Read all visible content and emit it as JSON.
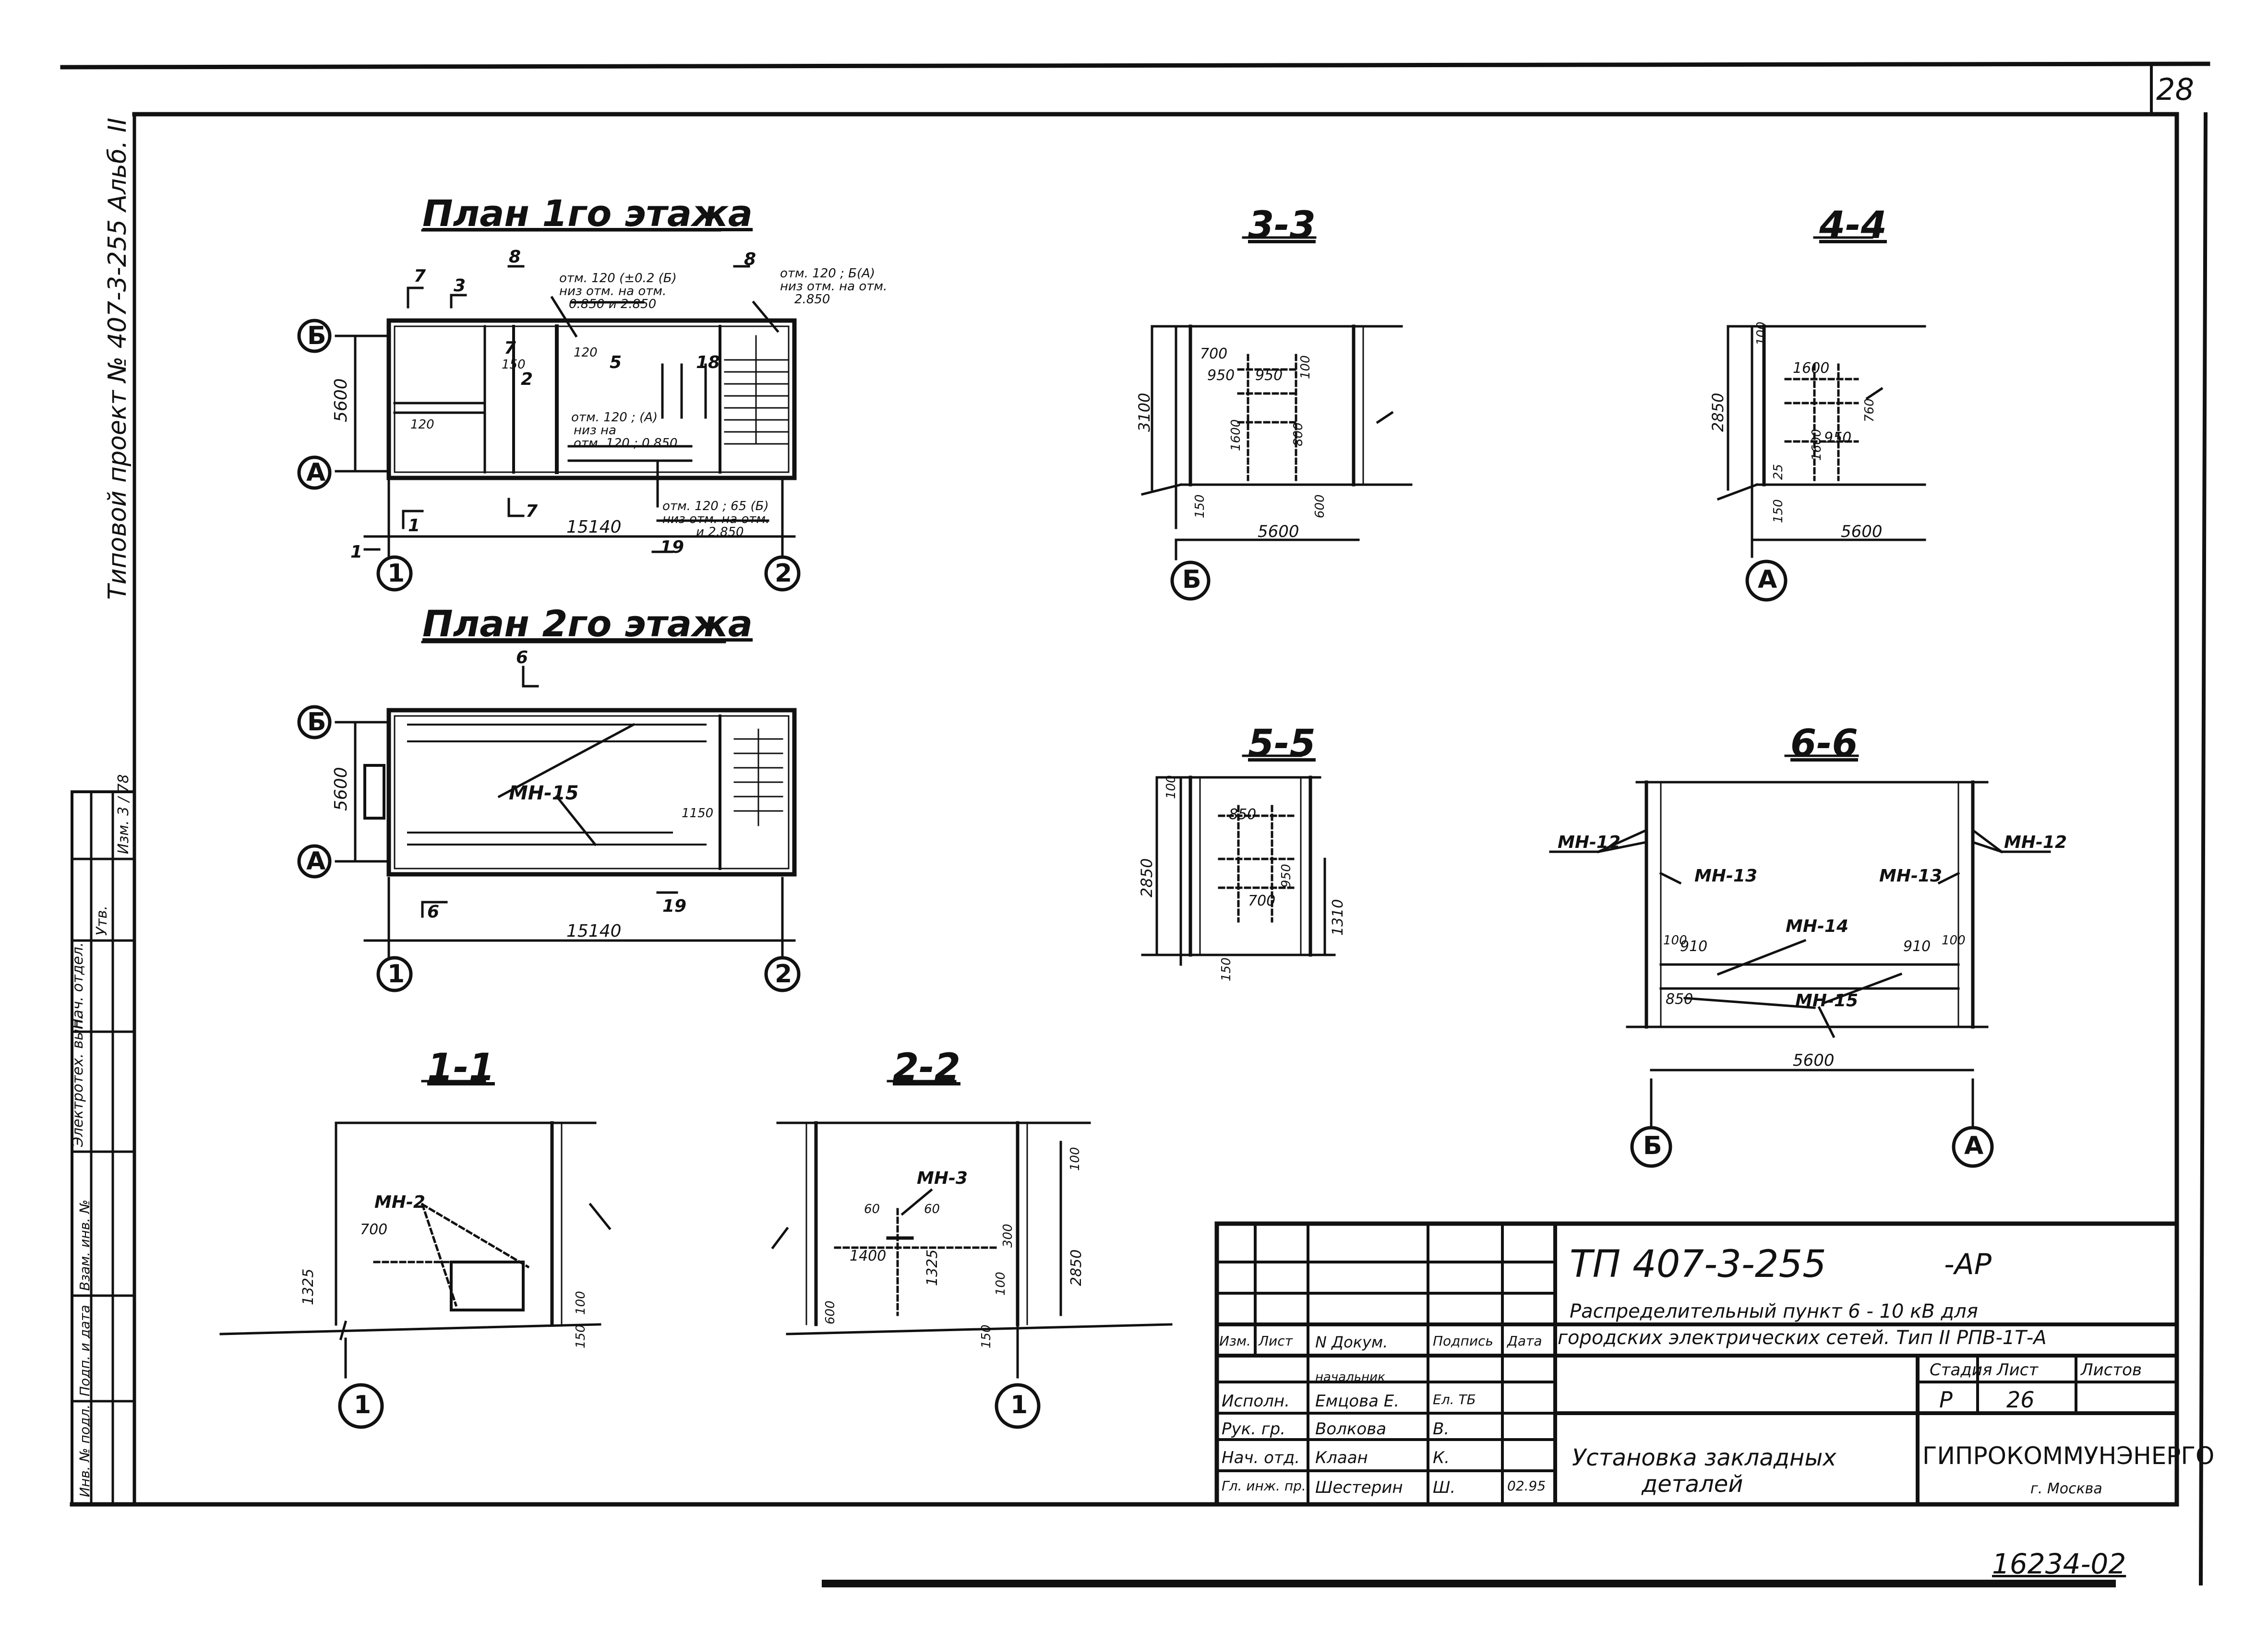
{
  "sheet": {
    "sheet_number": "28",
    "archive_number": "16234-02",
    "side_label": "Типовой проект № 407-3-255 Альб. II",
    "side_stamp": [
      "Инв. № подл.",
      "Подп. и дата",
      "Взам. инв. №"
    ],
    "side_stamp_values": [
      "Электротех. вып.",
      "Нач. отдел.",
      "Утв.",
      "Изм. 3 / 78"
    ]
  },
  "views": {
    "plan1": {
      "title": "План 1го этажа",
      "marks": [
        "7",
        "3",
        "8",
        "8",
        "5",
        "7",
        "1",
        "1",
        "2",
        "7",
        "18",
        "19"
      ]
    },
    "plan2": {
      "title": "План 2го этажа",
      "marks": [
        "6",
        "6",
        "19"
      ],
      "tag": "МН-15"
    },
    "s33": {
      "title": "3-3"
    },
    "s44": {
      "title": "4-4"
    },
    "s55": {
      "title": "5-5"
    },
    "s66": {
      "title": "6-6"
    },
    "s11": {
      "title": "1-1",
      "tag": "МН-2"
    },
    "s22": {
      "title": "2-2",
      "tag": "МН-3"
    }
  },
  "plan1_notes": [
    "отм. 120 (±0.2 (Б)",
    "низ отм. на отм.",
    "0.850 и 2.850",
    "отм. 120 ; Б(А)",
    "низ отм. на отм.",
    "2.850",
    "отм. 120 ; (А)",
    "низ на",
    "отм. 120 ; 0.850",
    "отм. 120 ; 65 (Б)",
    "низ отм. на отм.",
    "и 2.850"
  ],
  "dims": {
    "plan1": [
      "5600",
      "15140",
      "120",
      "120",
      "150"
    ],
    "plan2": [
      "5600",
      "15140",
      "1150"
    ],
    "s33": [
      "3100",
      "700",
      "950",
      "950",
      "100",
      "1600",
      "800",
      "150",
      "600",
      "5600"
    ],
    "s44": [
      "2850",
      "1600",
      "760",
      "950",
      "1600",
      "150",
      "5600",
      "100",
      "25"
    ],
    "s55": [
      "2850",
      "850",
      "950",
      "700",
      "1310",
      "100",
      "150"
    ],
    "s66": [
      "5600",
      "910",
      "910",
      "850",
      "100",
      "100"
    ],
    "s11": [
      "700",
      "1325",
      "150",
      "100"
    ],
    "s22": [
      "1400",
      "600",
      "1325",
      "100",
      "150",
      "2850",
      "60",
      "60",
      "300",
      "100"
    ]
  },
  "tags": {
    "s66": [
      "МН-12",
      "МН-13",
      "МН-14",
      "МН-15",
      "МН-13",
      "МН-12"
    ]
  },
  "axes": {
    "plan1": [
      "Б",
      "А",
      "1",
      "2"
    ],
    "plan2": [
      "Б",
      "А",
      "1",
      "2"
    ],
    "s33": "Б",
    "s44": "А",
    "s66": [
      "Б",
      "А"
    ],
    "s11": "1",
    "s22": "1"
  },
  "title_block": {
    "doc_code": "ТП 407-3-255",
    "doc_suffix": "-АР",
    "project_line1": "Распределительный пункт  6 - 10 кВ  для",
    "project_line2": "городских электрических сетей. Тип II РПВ-1Т-А",
    "header_cols": [
      "Изм.",
      "Лист",
      "N Докум.",
      "Подпись",
      "Дата"
    ],
    "sign_rows": [
      {
        "role": "Исполн.",
        "name": "Емцова Е.",
        "sign": "Ел. ТБ"
      },
      {
        "role": "Рук. гр.",
        "name": "Волкова",
        "sign": "В."
      },
      {
        "role": "Нач. отд.",
        "name": "Клаан",
        "sign": "К."
      },
      {
        "role": "Гл. инж. пр.",
        "name": "Шестерин",
        "sign": "Ш.",
        "date": "02.95"
      }
    ],
    "stage_label": "Стадия",
    "sheet_label": "Лист",
    "sheets_label": "Листов",
    "stage": "Р",
    "sheet": "26",
    "drawing_title_1": "Установка закладных",
    "drawing_title_2": "деталей",
    "org_name": "ГИПРОКОММУНЭНЕРГО",
    "org_city": "г. Москва",
    "small_name": "начальник"
  }
}
